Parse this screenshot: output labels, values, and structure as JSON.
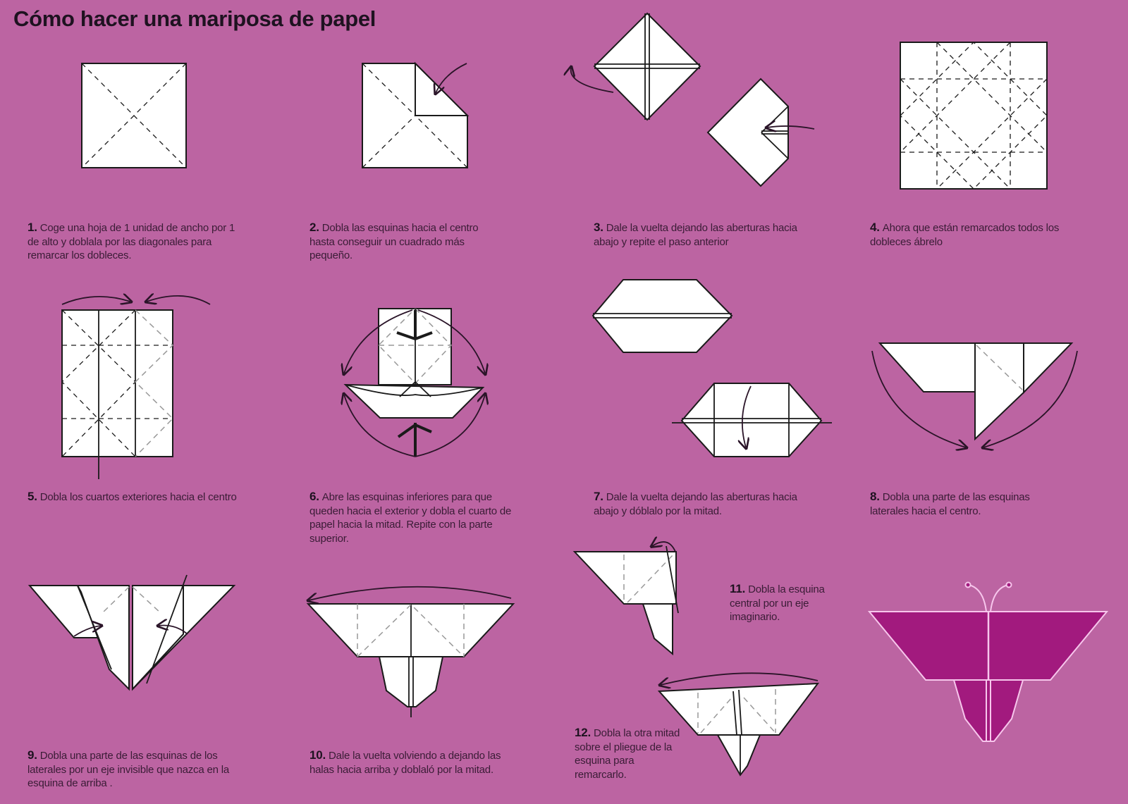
{
  "title": "Cómo hacer una mariposa de papel",
  "colors": {
    "background": "#bc64a2",
    "paper": "#ffffff",
    "butterfly_fill": "#a21a7e",
    "butterfly_outline": "#f7c6ec",
    "text": "#3a1c36"
  },
  "steps": [
    {
      "num": "1.",
      "text": "Coge una hoja de 1 unidad de ancho por 1 de alto y doblala por las diagonales para remarcar los dobleces."
    },
    {
      "num": "2.",
      "text": "Dobla las esquinas hacia el centro hasta conseguir un cuadrado más pequeño."
    },
    {
      "num": "3.",
      "text": "Dale la vuelta dejando las aberturas hacia abajo y repite el paso anterior"
    },
    {
      "num": "4.",
      "text": "Ahora que están remarcados todos los dobleces ábrelo"
    },
    {
      "num": "5.",
      "text": "Dobla los cuartos exteriores hacia el centro"
    },
    {
      "num": "6.",
      "text": "Abre las esquinas inferiores para que queden hacia el exterior y dobla el cuarto de papel hacia la mitad. Repite con la parte superior."
    },
    {
      "num": "7.",
      "text": "Dale la vuelta dejando las aberturas hacia abajo y dóblalo por la mitad."
    },
    {
      "num": "8.",
      "text": "Dobla una parte de las esquinas laterales hacia el centro."
    },
    {
      "num": "9.",
      "text": "Dobla una parte de las esquinas de los laterales por un eje invisible que nazca en la esquina de arriba ."
    },
    {
      "num": "10.",
      "text": "Dale la vuelta volviendo a dejando las halas hacia arriba y doblaló por la mitad."
    },
    {
      "num": "11.",
      "text": "Dobla la esquina central por un eje imaginario."
    },
    {
      "num": "12.",
      "text": "Dobla la otra mitad sobre el pliegue de la esquina para remarcarlo."
    }
  ],
  "diagrams": [
    {
      "step": 1,
      "icon": "square-diagonal-creases-icon"
    },
    {
      "step": 2,
      "icon": "square-corner-fold-icon"
    },
    {
      "step": 3,
      "icon": "diamond-flip-icon"
    },
    {
      "step": 4,
      "icon": "unfolded-crease-grid-icon"
    },
    {
      "step": 5,
      "icon": "rectangle-quarter-fold-icon"
    },
    {
      "step": 6,
      "icon": "boat-base-open-icon"
    },
    {
      "step": 7,
      "icon": "hexagon-half-fold-icon"
    },
    {
      "step": 8,
      "icon": "wing-corner-fold-icon"
    },
    {
      "step": 9,
      "icon": "wing-side-fold-icon"
    },
    {
      "step": 10,
      "icon": "butterfly-turn-over-icon"
    },
    {
      "step": 11,
      "icon": "half-butterfly-icon"
    },
    {
      "step": 12,
      "icon": "butterfly-fold-other-half-icon"
    },
    {
      "step": "final",
      "icon": "finished-butterfly-icon"
    }
  ]
}
